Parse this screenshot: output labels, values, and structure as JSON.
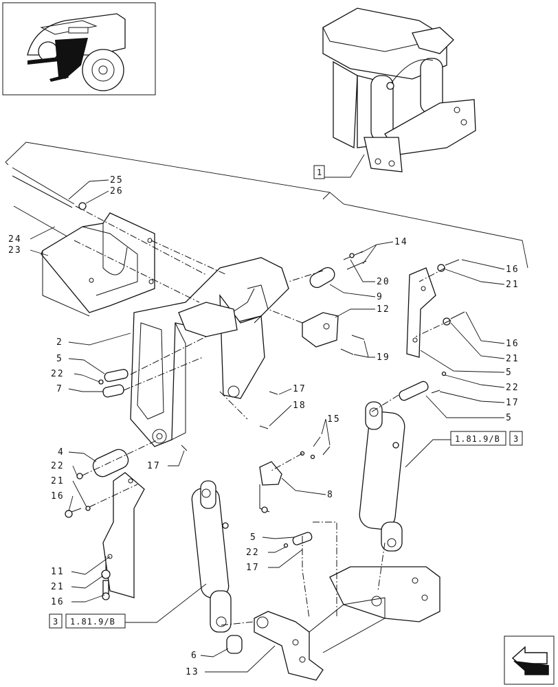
{
  "callouts": {
    "c25": "25",
    "c26": "26",
    "c24": "24",
    "c23": "23",
    "c2": "2",
    "c5a": "5",
    "c22a": "22",
    "c7": "7",
    "c4": "4",
    "c22b": "22",
    "c21a": "21",
    "c16a": "16",
    "c17a": "17",
    "c11": "11",
    "c21b": "21",
    "c16b": "16",
    "c6": "6",
    "c13": "13",
    "c14": "14",
    "c20": "20",
    "c9": "9",
    "c12": "12",
    "c19": "19",
    "c17b": "17",
    "c18": "18",
    "c15": "15",
    "c8": "8",
    "c5b": "5",
    "c22c": "22",
    "c17c": "17",
    "c16c": "16",
    "c21c": "21",
    "c16d": "16",
    "c21d": "21",
    "c5c": "5",
    "c22d": "22",
    "c17d": "17",
    "c5d": "5",
    "c1": "1"
  },
  "references": {
    "ref_right_sheet": "1.81.9/B",
    "ref_right_num": "3",
    "ref_left_num": "3",
    "ref_left_sheet": "1.81.9/B"
  },
  "icons": {
    "thumbnail": "tractor-front-hitch-thumbnail",
    "nav": "previous-page-arrow-icon"
  }
}
